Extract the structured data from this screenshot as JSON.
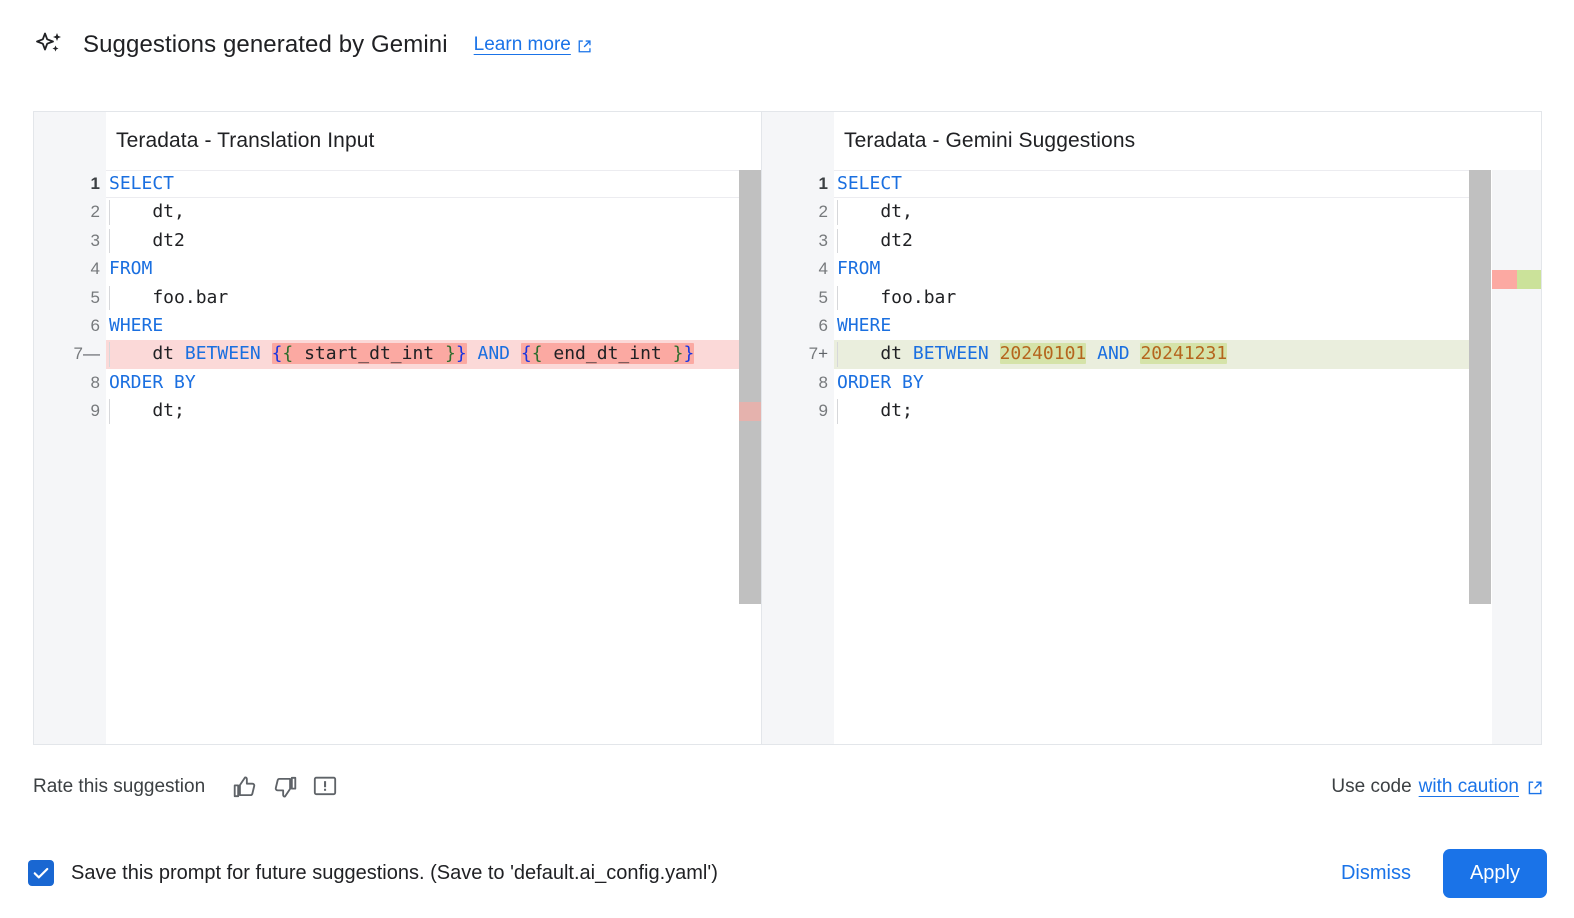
{
  "header": {
    "sparkle_icon": "sparkle-icon",
    "title": "Suggestions generated by Gemini",
    "learn_more": "Learn more",
    "external_icon": "external-link-icon"
  },
  "diff": {
    "left": {
      "title": "Teradata - Translation Input",
      "lines": [
        {
          "no": "1",
          "sign": "",
          "state": "cur",
          "indent": false
        },
        {
          "no": "2",
          "sign": "",
          "state": "",
          "indent": true
        },
        {
          "no": "3",
          "sign": "",
          "state": "",
          "indent": true
        },
        {
          "no": "4",
          "sign": "",
          "state": "",
          "indent": false
        },
        {
          "no": "5",
          "sign": "",
          "state": "",
          "indent": true
        },
        {
          "no": "6",
          "sign": "",
          "state": "",
          "indent": false
        },
        {
          "no": "7",
          "sign": "—",
          "state": "del",
          "indent": true
        },
        {
          "no": "8",
          "sign": "",
          "state": "",
          "indent": false
        },
        {
          "no": "9",
          "sign": "",
          "state": "",
          "indent": true
        }
      ],
      "code": [
        "SELECT",
        "    dt,",
        "    dt2",
        "FROM",
        "    foo.bar",
        "WHERE",
        "    dt BETWEEN {{ start_dt_int }} AND {{ end_dt_int }}",
        "ORDER BY",
        "    dt;"
      ]
    },
    "right": {
      "title": "Teradata - Gemini Suggestions",
      "lines": [
        {
          "no": "1",
          "sign": "",
          "state": "cur",
          "indent": false
        },
        {
          "no": "2",
          "sign": "",
          "state": "",
          "indent": true
        },
        {
          "no": "3",
          "sign": "",
          "state": "",
          "indent": true
        },
        {
          "no": "4",
          "sign": "",
          "state": "",
          "indent": false
        },
        {
          "no": "5",
          "sign": "",
          "state": "",
          "indent": true
        },
        {
          "no": "6",
          "sign": "",
          "state": "",
          "indent": false
        },
        {
          "no": "7",
          "sign": "+",
          "state": "ins",
          "indent": true
        },
        {
          "no": "8",
          "sign": "",
          "state": "",
          "indent": false
        },
        {
          "no": "9",
          "sign": "",
          "state": "",
          "indent": true
        }
      ],
      "code": [
        "SELECT",
        "    dt,",
        "    dt2",
        "FROM",
        "    foo.bar",
        "WHERE",
        "    dt BETWEEN 20240101 AND 20241231",
        "ORDER BY",
        "    dt;"
      ]
    },
    "removed_tokens": [
      "{{ start_dt_int }}",
      "{{ end_dt_int }}"
    ],
    "added_tokens": [
      "20240101",
      "20241231"
    ]
  },
  "rate": {
    "label": "Rate this suggestion",
    "thumb_up_icon": "thumb-up-icon",
    "thumb_down_icon": "thumb-down-icon",
    "report_icon": "report-feedback-icon",
    "use_code_prefix": "Use code",
    "use_code_link": "with caution",
    "external_icon": "external-link-icon"
  },
  "footer": {
    "checkbox_checked": true,
    "checkbox_label": "Save this prompt for future suggestions. (Save to 'default.ai_config.yaml')",
    "dismiss_label": "Dismiss",
    "apply_label": "Apply"
  },
  "colors": {
    "accent": "#1a73e8",
    "primary_button": "#1a73e8",
    "diff_removed_line": "#fbd9d8",
    "diff_removed_token": "#fba9a2",
    "diff_added_line": "#eaeedd",
    "diff_added_token": "#d5e3a9",
    "keyword": "#1a6fe0",
    "number": "#b5651d"
  }
}
